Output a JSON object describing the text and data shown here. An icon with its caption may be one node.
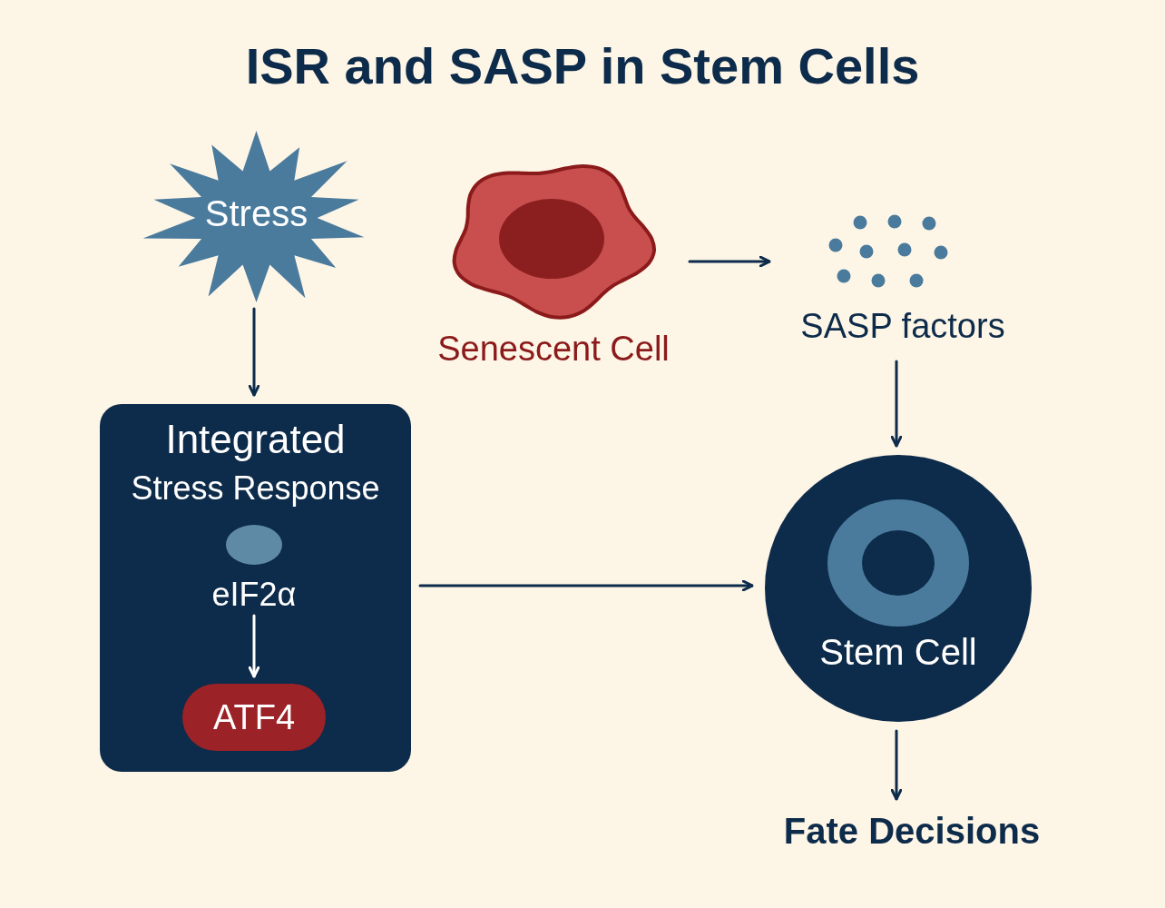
{
  "diagram": {
    "title": "ISR and SASP in Stem Cells",
    "nodes": [
      {
        "text": [
          "Stress"
        ]
      },
      {
        "text": [
          "Senescent Cell"
        ]
      },
      {
        "text": [
          "SASP factors"
        ]
      },
      {
        "text": [
          "Integrated",
          "Stress Response"
        ]
      },
      {
        "text": [
          "eIF2α"
        ],
        "in": 3
      },
      {
        "text": [
          "ATF4"
        ],
        "in": 3
      },
      {
        "text": [
          "Stem Cell"
        ]
      },
      {
        "text": [
          "Fate Decisions"
        ]
      }
    ],
    "edges": [
      {
        "from": 0,
        "to": 3,
        "arrow": "to"
      },
      {
        "from": 1,
        "to": 2,
        "arrow": "to"
      },
      {
        "from": 2,
        "to": 6,
        "arrow": "to"
      },
      {
        "from": 3,
        "to": 6,
        "arrow": "to"
      },
      {
        "from": 4,
        "to": 5,
        "arrow": "to",
        "color": "#ffffff"
      },
      {
        "from": 6,
        "to": 7,
        "arrow": "to"
      }
    ]
  }
}
